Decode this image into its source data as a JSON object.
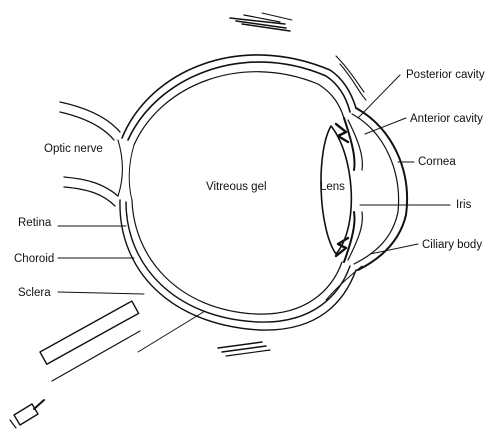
{
  "labels": {
    "optic_nerve": "Optic nerve",
    "vitreous_gel": "Vitreous gel",
    "lens": "Lens",
    "retina": "Retina",
    "choroid": "Choroid",
    "sclera": "Sclera",
    "posterior_cavity": "Posterior cavity",
    "anterior_cavity": "Anterior cavity",
    "cornea": "Cornea",
    "iris": "Iris",
    "ciliary_body": "Ciliary body"
  },
  "colors": {
    "stroke": "#111111",
    "background": "#ffffff"
  }
}
